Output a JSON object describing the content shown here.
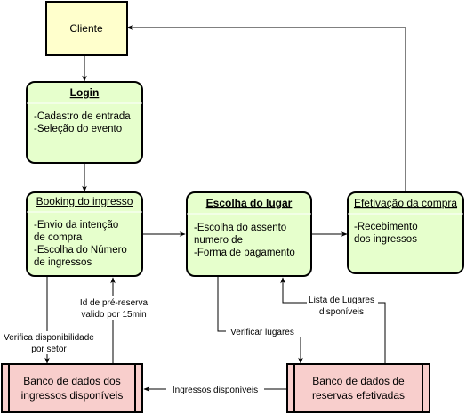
{
  "nodes": {
    "cliente": {
      "title": "Cliente"
    },
    "login": {
      "title": "Login",
      "lines": [
        "-Cadastro de entrada",
        "-Seleção do evento"
      ]
    },
    "booking": {
      "title": "Booking do ingresso",
      "lines": [
        "-Envio da intenção",
        "de compra",
        "-Escolha do Número",
        "de ingressos"
      ]
    },
    "escolha": {
      "title": "Escolha do lugar",
      "lines": [
        "-Escolha do assento",
        "numero de",
        "-Forma de pagamento"
      ]
    },
    "efetivacao": {
      "title": "Efetivação da compra",
      "lines": [
        "-Recebimento",
        "dos ingressos"
      ]
    },
    "db_ingressos": {
      "lines": [
        "Banco de dados dos",
        "ingressos disponíveis"
      ]
    },
    "db_reservas": {
      "lines": [
        "Banco de dados de",
        "reservas efetivadas"
      ]
    }
  },
  "edges": {
    "verifica": {
      "lines": [
        "Verifica disponibilidade",
        "por setor"
      ]
    },
    "prereserva": {
      "lines": [
        "Id de pré-reserva",
        "valido por 15min"
      ]
    },
    "verificar_lugares": {
      "label": "Verificar lugares"
    },
    "lista_lugares": {
      "lines": [
        "Lista de Lugares",
        "disponíveis"
      ]
    },
    "ingressos_disp": {
      "label": "Ingressos disponíveis"
    }
  },
  "colors": {
    "cliente_fill": "#ffffcc",
    "process_fill": "#e6ffcc",
    "store_fill": "#f8cecc"
  }
}
